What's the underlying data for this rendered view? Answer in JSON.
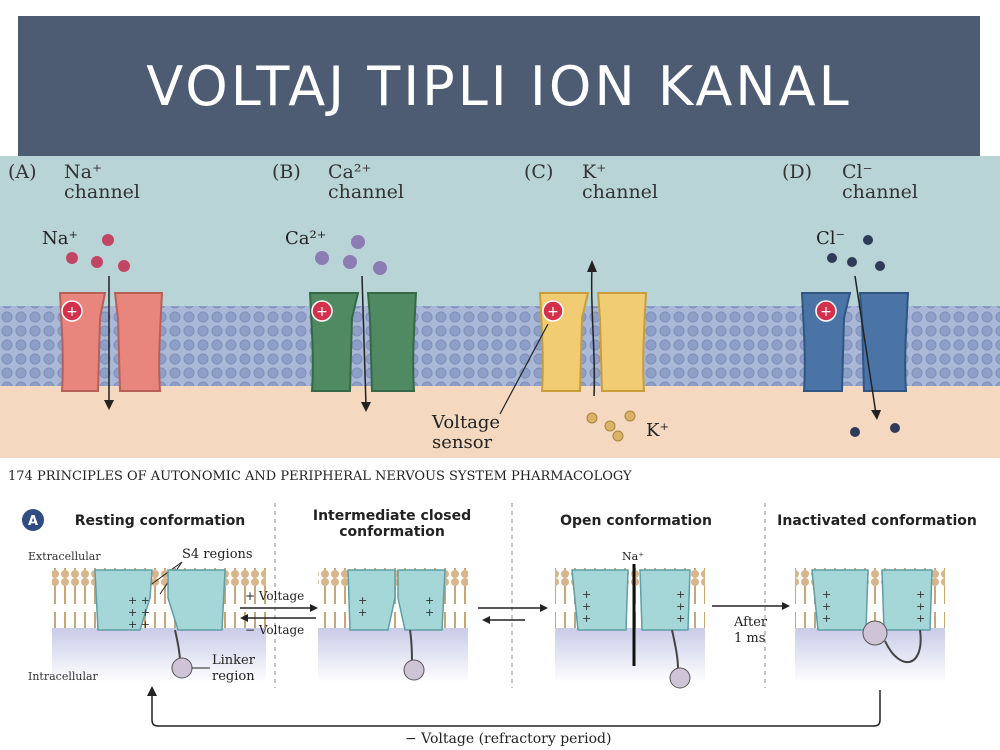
{
  "slide": {
    "title": "VOLTAJ TIPLI ION KANAL"
  },
  "top_figure": {
    "panels": [
      {
        "label": "(A)",
        "ion": "Na⁺",
        "line2": "channel",
        "ion_label": "Na⁺",
        "color": "#e8867d"
      },
      {
        "label": "(B)",
        "ion": "Ca²⁺",
        "line2": "channel",
        "ion_label": "Ca²⁺",
        "color": "#4f8a62"
      },
      {
        "label": "(C)",
        "ion": "K⁺",
        "line2": "channel",
        "ion_label": "K⁺",
        "color": "#f2cc72"
      },
      {
        "label": "(D)",
        "ion": "Cl⁻",
        "line2": "channel",
        "ion_label": "Cl⁻",
        "color": "#4a74a6"
      }
    ],
    "sensor_label_1": "Voltage",
    "sensor_label_2": "sensor"
  },
  "bottom_figure": {
    "header": "174   PRINCIPLES OF AUTONOMIC AND PERIPHERAL NERVOUS SYSTEM PHARMACOLOGY",
    "panel_letter": "A",
    "states": {
      "resting": "Resting conformation",
      "intermediate_1": "Intermediate closed",
      "intermediate_2": "conformation",
      "open": "Open conformation",
      "inactivated": "Inactivated conformation"
    },
    "labels": {
      "extracellular": "Extracellular",
      "intracellular": "Intracellular",
      "s4": "S4 regions",
      "linker_1": "Linker",
      "linker_2": "region",
      "plus_voltage": "+ Voltage",
      "minus_voltage": "− Voltage",
      "na": "Na⁺",
      "after_1": "After",
      "after_2": "1 ms",
      "refractory": "−  Voltage (refractory period)"
    }
  }
}
